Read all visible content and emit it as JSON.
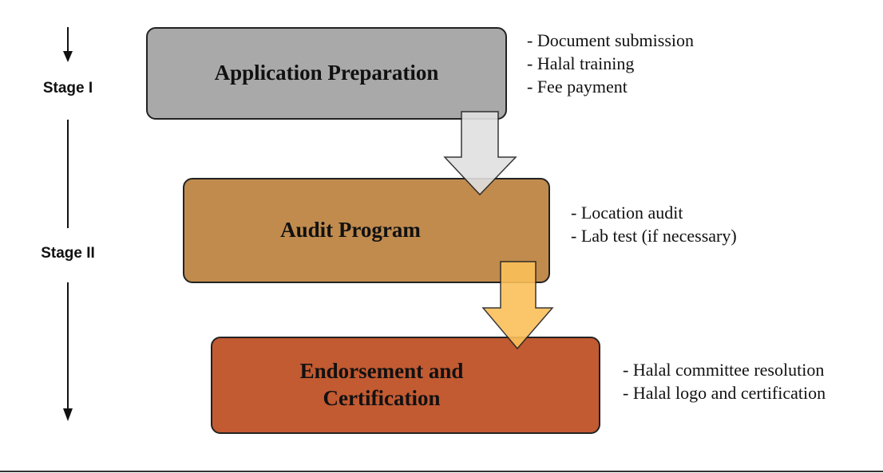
{
  "stages": {
    "stage1_label": "Stage I",
    "stage2_label": "Stage II"
  },
  "steps": [
    {
      "title": "Application Preparation",
      "color": "#a9a9a9",
      "notes": [
        "- Document submission",
        "- Halal training",
        "- Fee payment"
      ]
    },
    {
      "title": "Audit Program",
      "color": "#c18b4e",
      "notes": [
        "- Location audit",
        "- Lab test (if necessary)"
      ]
    },
    {
      "title_lines": [
        "Endorsement and",
        "Certification"
      ],
      "color": "#c25a32",
      "notes": [
        "- Halal committee resolution",
        "- Halal logo and certification"
      ]
    }
  ],
  "arrows": {
    "first_color": "#e0e0e0",
    "second_color": "#fbc05a"
  }
}
